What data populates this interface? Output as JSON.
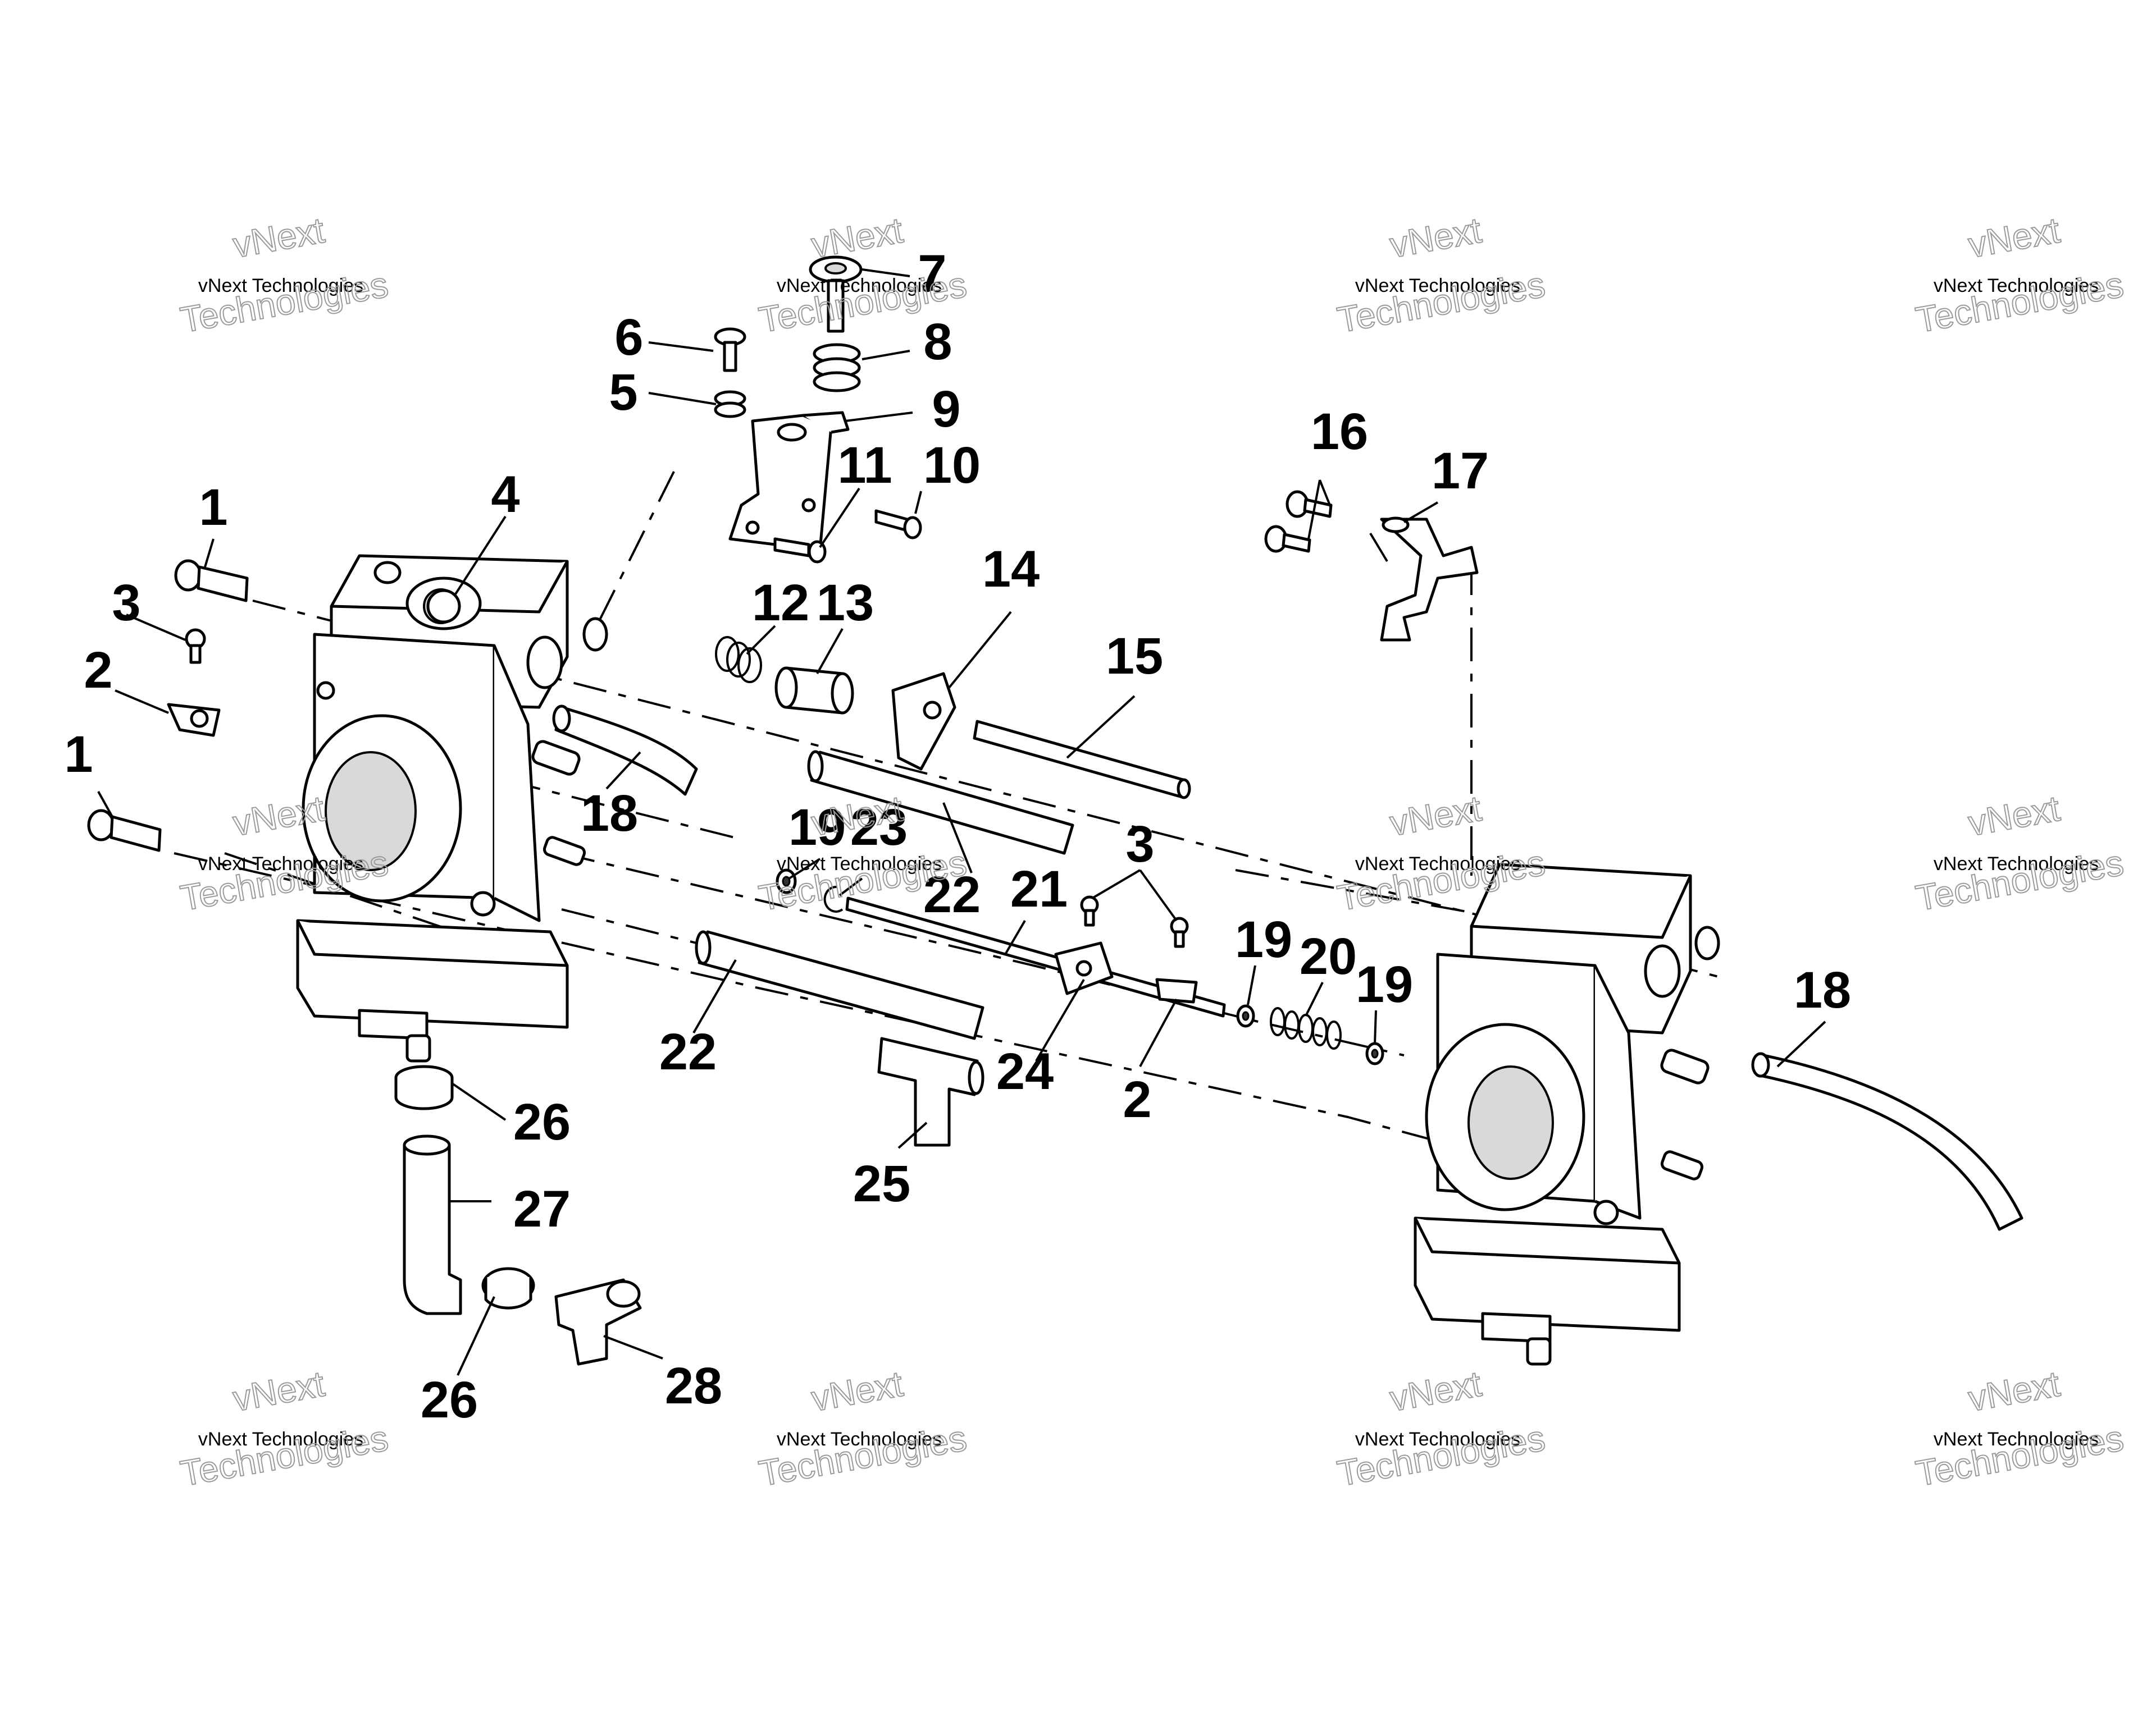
{
  "watermark": {
    "line1": "vNext",
    "line2": "vNext Technologies",
    "line3": "Technologies"
  },
  "callouts": {
    "c1a": "1",
    "c1b": "1",
    "c2a": "2",
    "c2b": "2",
    "c3a": "3",
    "c3b": "3",
    "c4": "4",
    "c5": "5",
    "c6": "6",
    "c7": "7",
    "c8": "8",
    "c9": "9",
    "c10": "10",
    "c11": "11",
    "c12": "12",
    "c13": "13",
    "c14": "14",
    "c15": "15",
    "c16": "16",
    "c17": "17",
    "c18a": "18",
    "c18b": "18",
    "c19a": "19",
    "c19b": "19",
    "c19c": "19",
    "c20": "20",
    "c21": "21",
    "c22a": "22",
    "c22b": "22",
    "c23": "23",
    "c24": "24",
    "c25": "25",
    "c26a": "26",
    "c26b": "26",
    "c27": "27",
    "c28": "28"
  }
}
